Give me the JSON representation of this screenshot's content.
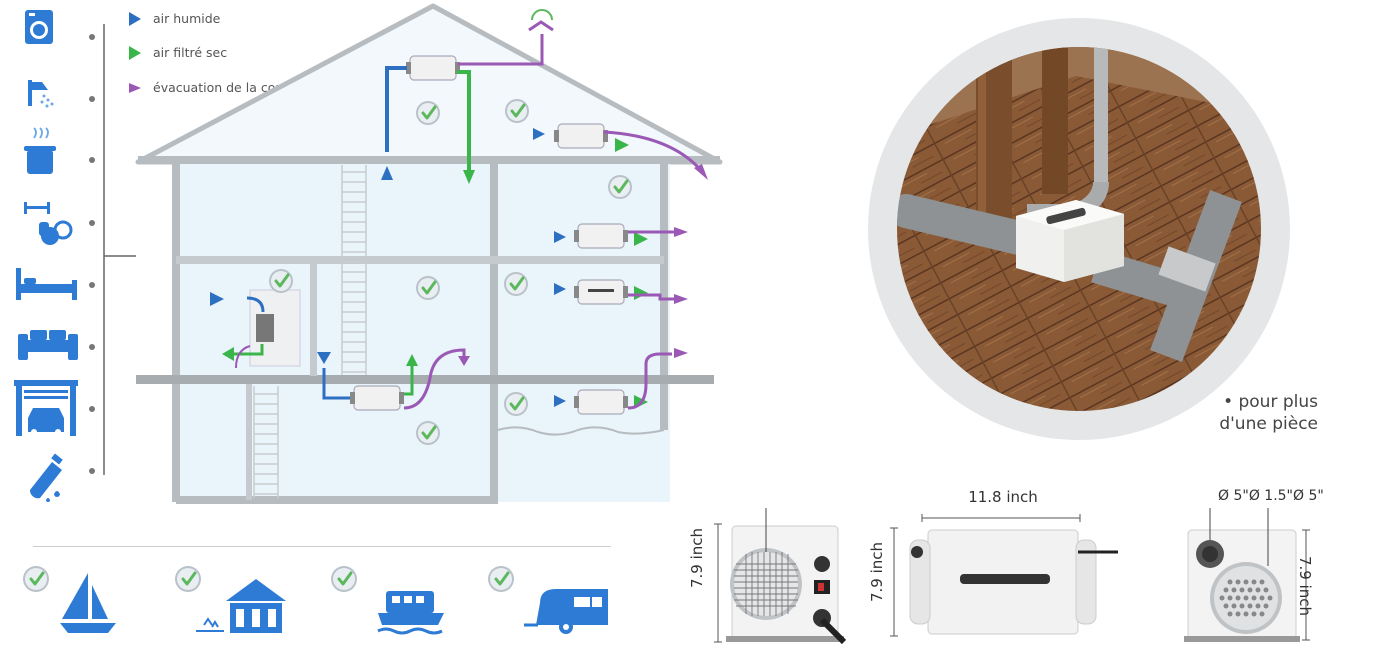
{
  "legend": {
    "humid": "air humide",
    "dry": "air filtré sec",
    "drain": "évacuation de la condensation"
  },
  "colors": {
    "humid": "#2d6fc0",
    "dry": "#3ab54a",
    "drain": "#9b59b6",
    "check": "#5cb85c",
    "wall": "#b7bcc0",
    "room": "#eef6fb",
    "icon": "#2e7bd6"
  },
  "side_icons": [
    "washing-machine-icon",
    "shower-icon",
    "cooking-pot-icon",
    "gym-icon",
    "bed-icon",
    "sofa-icon",
    "garage-icon",
    "leak-icon"
  ],
  "bottom_icons": [
    "sailboat-icon",
    "house-icon",
    "boat-icon",
    "caravan-icon"
  ],
  "photo_caption": {
    "line1": "• pour plus",
    "line2": "d'une pièce"
  },
  "dimensions": {
    "front_height": "7.9 inch",
    "side_width": "11.8 inch",
    "side_height": "7.9 inch",
    "back_ducts": "Ø 5\"Ø 1.5\"Ø 5\"",
    "back_height": "7.9 inch"
  }
}
